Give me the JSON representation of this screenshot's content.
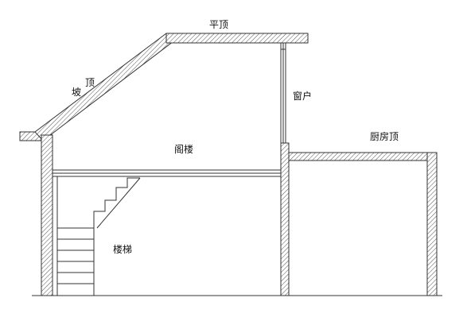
{
  "labels": {
    "flat_roof": "平顶",
    "slope_roof_char1": "坡",
    "slope_roof_char2": "顶",
    "window": "窗户",
    "kitchen_roof": "厨房顶",
    "attic": "阁楼",
    "stairs": "楼梯"
  }
}
